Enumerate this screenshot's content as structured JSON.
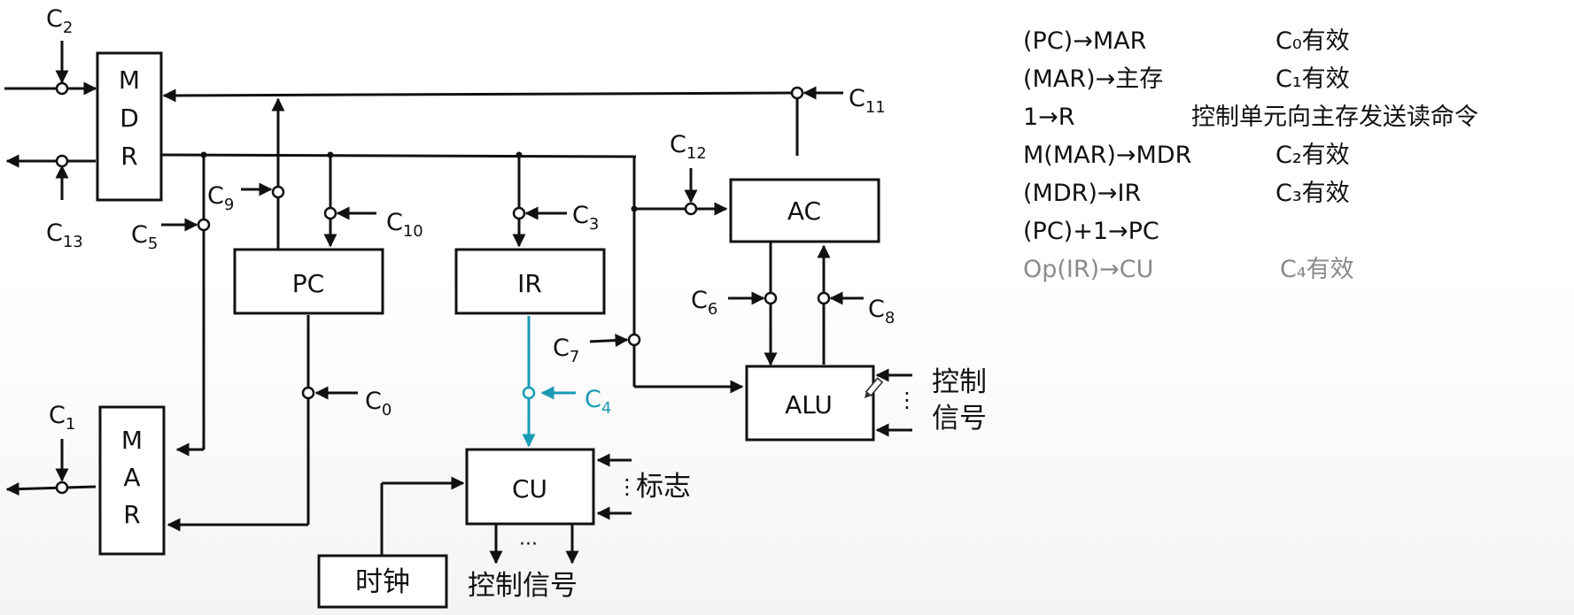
{
  "blocks": {
    "mdr": [
      "M",
      "D",
      "R"
    ],
    "mar": [
      "M",
      "A",
      "R"
    ],
    "pc": "PC",
    "ir": "IR",
    "ac": "AC",
    "alu": "ALU",
    "cu": "CU",
    "clock": "时钟"
  },
  "controls": {
    "c0": {
      "main": "C",
      "sub": "0"
    },
    "c1": {
      "main": "C",
      "sub": "1"
    },
    "c2": {
      "main": "C",
      "sub": "2"
    },
    "c3": {
      "main": "C",
      "sub": "3"
    },
    "c4": {
      "main": "C",
      "sub": "4"
    },
    "c5": {
      "main": "C",
      "sub": "5"
    },
    "c6": {
      "main": "C",
      "sub": "6"
    },
    "c7": {
      "main": "C",
      "sub": "7"
    },
    "c8": {
      "main": "C",
      "sub": "8"
    },
    "c9": {
      "main": "C",
      "sub": "9"
    },
    "c10": {
      "main": "C",
      "sub": "10"
    },
    "c11": {
      "main": "C",
      "sub": "11"
    },
    "c12": {
      "main": "C",
      "sub": "12"
    },
    "c13": {
      "main": "C",
      "sub": "13"
    }
  },
  "labels": {
    "alu_ctrl_line1": "控制",
    "alu_ctrl_line2": "信号",
    "flags": "标志",
    "cu_ctrl": "控制信号",
    "ellipsis_h": "···",
    "ellipsis_v": "⋮"
  },
  "steps": [
    {
      "op": "(PC)→MAR",
      "note": "C₀有效"
    },
    {
      "op": "(MAR)→主存",
      "note": "C₁有效"
    },
    {
      "op": "1→R",
      "note": "控制单元向主存发送读命令"
    },
    {
      "op": "M(MAR)→MDR",
      "note": "C₂有效"
    },
    {
      "op": "(MDR)→IR",
      "note": "C₃有效"
    },
    {
      "op": "(PC)+1→PC",
      "note": ""
    },
    {
      "op": "Op(IR)→CU",
      "note": "C₄有效"
    }
  ],
  "colors": {
    "highlight": "#1a9bb5",
    "ink": "#111111",
    "faded_text": "#8a8a8a"
  },
  "icons": [
    "pencil-icon"
  ]
}
